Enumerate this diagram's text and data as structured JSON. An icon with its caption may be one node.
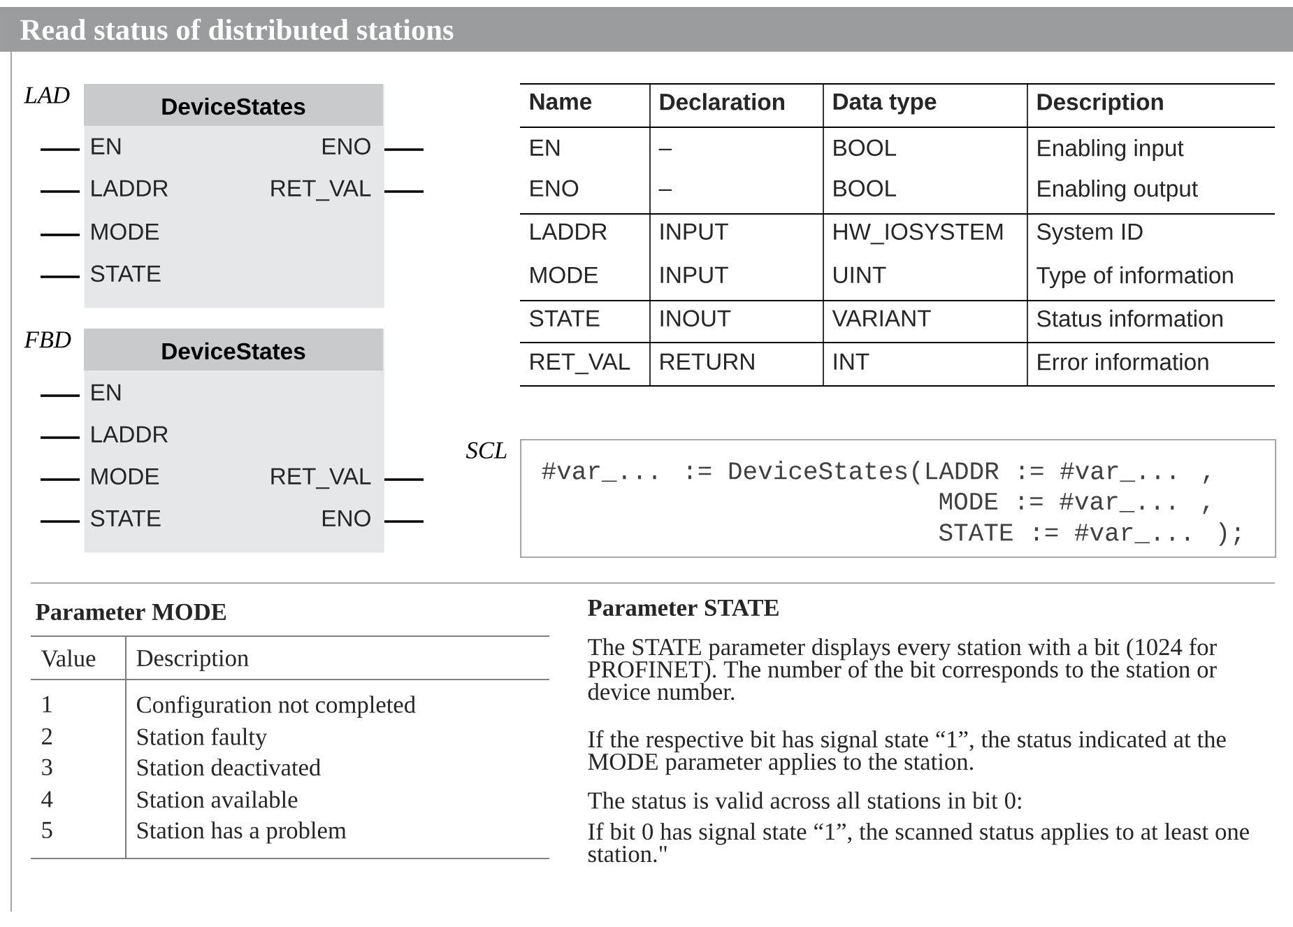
{
  "diagram": {
    "title": "Read status of distributed stations",
    "nodes": [
      {
        "text": [
          "DeviceStates"
        ],
        "beside": [
          "LAD"
        ]
      },
      {
        "text": [
          "DeviceStates"
        ],
        "beside": [
          "FBD"
        ]
      },
      {
        "text": [
          "#var_... := DeviceStates(LADDR := #var_... ,",
          "MODE  := #var_... ,",
          "STATE := #var_... );"
        ],
        "beside": [
          "SCL"
        ]
      }
    ],
    "labels": [
      "EN",
      "ENO",
      "LADDR",
      "RET_VAL",
      "MODE",
      "STATE",
      "EN",
      "LADDR",
      "MODE",
      "RET_VAL",
      "STATE",
      "ENO",
      "Name",
      "Declaration",
      "Data type",
      "Description",
      "EN",
      "–",
      "BOOL",
      "Enabling input",
      "ENO",
      "–",
      "BOOL",
      "Enabling output",
      "LADDR",
      "INPUT",
      "HW_IOSYSTEM",
      "System ID",
      "MODE",
      "INPUT",
      "UINT",
      "Type of information",
      "STATE",
      "INOUT",
      "VARIANT",
      "Status information",
      "RET_VAL",
      "RETURN",
      "INT",
      "Error information",
      "Parameter MODE",
      "Value",
      "Description",
      "1",
      "Configuration not completed",
      "2",
      "Station faulty",
      "3",
      "Station deactivated",
      "4",
      "Station available",
      "5",
      "Station has a problem",
      "Parameter STATE",
      "The STATE parameter displays every station with a bit (1024 for PROFINET). The number of the bit corresponds to the station or device number.",
      "If the respective bit has signal state “1”, the status indicated at the MODE parameter applies to the station.",
      "The status is valid across all stations in bit 0:",
      "If bit 0 has signal state “1”, the scanned status applies to at least one station.\""
    ]
  }
}
